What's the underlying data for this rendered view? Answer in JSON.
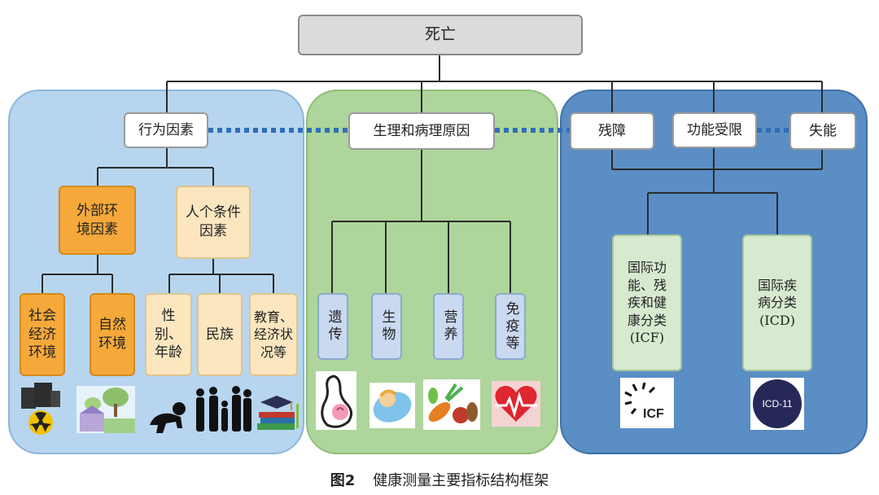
{
  "top": {
    "label": "死亡"
  },
  "left": {
    "head": "行为因素",
    "external": "外部环境因素",
    "personal": "人个条件因素",
    "leaves": [
      "社会经济环境",
      "自然环境",
      "性别、年龄",
      "民族",
      "教育、经济状况等"
    ]
  },
  "middle": {
    "head": "生理和病理原因",
    "leaves": [
      "遗传",
      "生物",
      "营养",
      "免疫等"
    ]
  },
  "right": {
    "heads": [
      "残障",
      "功能受限",
      "失能"
    ],
    "icf": "国际功能、残疾和健康分类(ICF)",
    "icd": "国际疾病分类(ICD)",
    "icf_logo": "ICF",
    "icd_logo": "ICD-11"
  },
  "caption": {
    "num": "图2",
    "text": "健康测量主要指标结构框架"
  },
  "colors": {
    "left_panel": "#b7d5ef",
    "middle_panel": "#aed59b",
    "right_panel": "#5a8ec4",
    "orange": "#f6a93a",
    "cream": "#fbe6bf"
  },
  "icons": [
    "nuclear-plant-icon",
    "nature-scene-icon",
    "crawling-baby-icon",
    "family-silhouette-icon",
    "books-graduation-icon",
    "pregnant-mother-icon",
    "swaddled-baby-icon",
    "vegetables-icon",
    "heart-pulse-icon"
  ]
}
